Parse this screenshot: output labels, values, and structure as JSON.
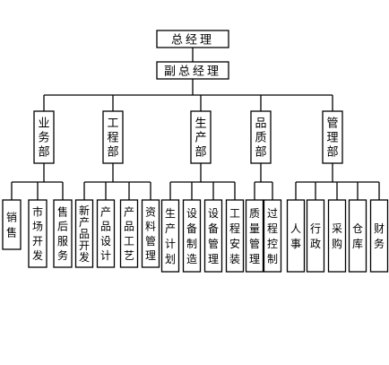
{
  "chart_data": {
    "type": "org-chart",
    "root": {
      "label": "总经理",
      "children": [
        {
          "label": "副总经理",
          "children": [
            {
              "label": "业务部",
              "children": [
                {
                  "label": "销售"
                },
                {
                  "label": "市场开发"
                },
                {
                  "label": "售后服务"
                }
              ]
            },
            {
              "label": "工程部",
              "children": [
                {
                  "label": "新产品开发"
                },
                {
                  "label": "产品设计"
                },
                {
                  "label": "产品工艺"
                },
                {
                  "label": "资料管理"
                }
              ]
            },
            {
              "label": "生产部",
              "children": [
                {
                  "label": "生产计划"
                },
                {
                  "label": "设备制造"
                },
                {
                  "label": "设备管理"
                },
                {
                  "label": "工程安装"
                }
              ]
            },
            {
              "label": "品质部",
              "children": [
                {
                  "label": "质量管理"
                },
                {
                  "label": "过程控制"
                }
              ]
            },
            {
              "label": "管理部",
              "children": [
                {
                  "label": "人事"
                },
                {
                  "label": "行政"
                },
                {
                  "label": "采购"
                },
                {
                  "label": "仓库"
                },
                {
                  "label": "财务"
                }
              ]
            }
          ]
        }
      ]
    }
  }
}
